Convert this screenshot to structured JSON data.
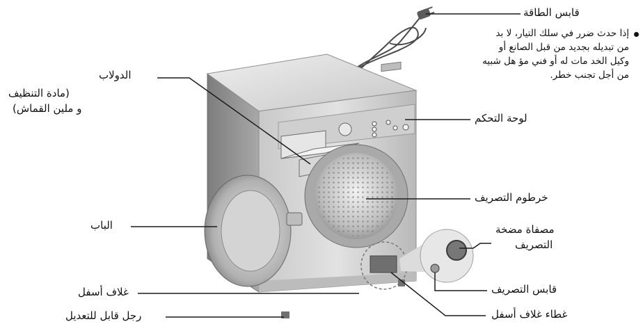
{
  "labels": {
    "power_plug": "قابس الطاقة",
    "drawer": "الدولاب",
    "drawer_note_1": "(مادة التنظيف",
    "drawer_note_2": "و ملين القماش)",
    "control_panel": "لوحة التحكم",
    "drain_hose": "خرطوم التصريف",
    "door": "الباب",
    "drain_pump_filter_1": "مصفاة مضخة",
    "drain_pump_filter_2": "التصريف",
    "drain_plug": "قابس التصريف",
    "lower_cover": "غلاف أسفل",
    "lower_cover_cap": "غطاء غلاف أسفل",
    "adjustable_foot": "رجل قابل للتعديل"
  },
  "warning": {
    "lines": [
      "إذا حدث ضرر في سلك التيار، لا بد",
      "من تبديله بجديد من قبل الصانع أو",
      "وكيل الخد مات له أو فني مؤ هل شبيه",
      "من أجل تجنب خطر."
    ]
  },
  "colors": {
    "line": "#1a1a1a",
    "body_light": "#d9d9d9",
    "body_dark": "#8e8e8e"
  }
}
